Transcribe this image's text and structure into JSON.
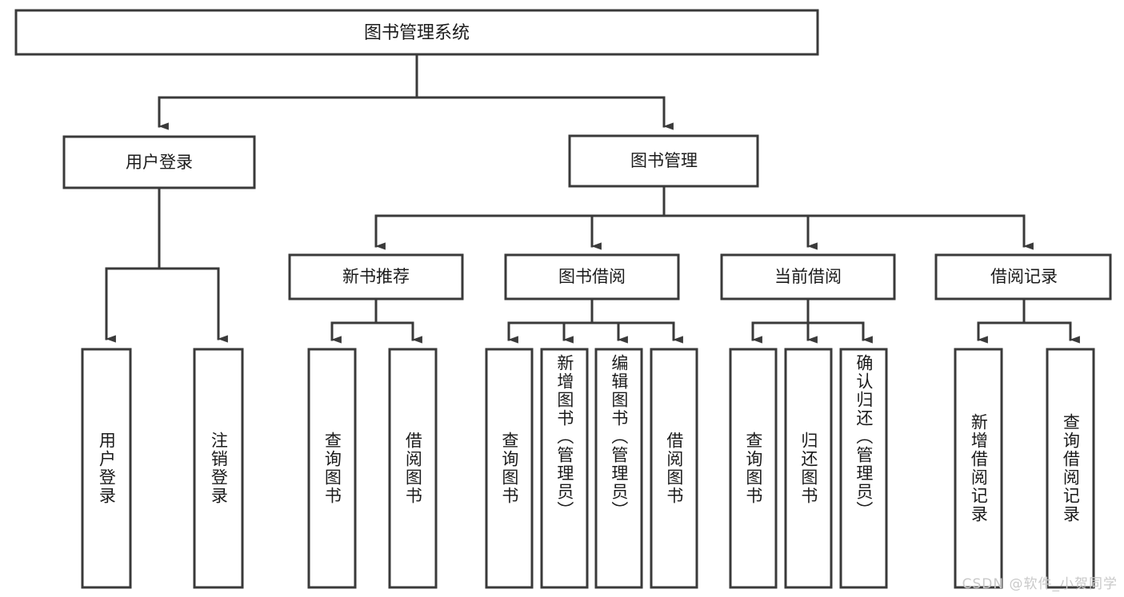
{
  "diagram": {
    "title": "图书管理系统",
    "type": "tree-hierarchy-diagram",
    "colors": {
      "stroke": "#3a3a3a",
      "box_fill": "#ffffff",
      "text": "#1b1b1b",
      "watermark": "#c9c9c9",
      "background": "#ffffff"
    },
    "root": {
      "label": "图书管理系统"
    },
    "level1": [
      {
        "label": "用户登录"
      },
      {
        "label": "图书管理"
      }
    ],
    "level2": [
      {
        "label": "新书推荐"
      },
      {
        "label": "图书借阅"
      },
      {
        "label": "当前借阅"
      },
      {
        "label": "借阅记录"
      }
    ],
    "leaves": {
      "user_login": [
        {
          "label": "用户登录"
        },
        {
          "label": "注销登录"
        }
      ],
      "new_book_recommend": [
        {
          "label": "查询图书"
        },
        {
          "label": "借阅图书"
        }
      ],
      "book_borrow": [
        {
          "label": "查询图书"
        },
        {
          "label": "新增图书（管理员）"
        },
        {
          "label": "编辑图书（管理员）"
        },
        {
          "label": "借阅图书"
        }
      ],
      "current_borrow": [
        {
          "label": "查询图书"
        },
        {
          "label": "归还图书"
        },
        {
          "label": "确认归还（管理员）"
        }
      ],
      "borrow_record": [
        {
          "label": "新增借阅记录"
        },
        {
          "label": "查询借阅记录"
        }
      ]
    },
    "watermark": "CSDN @软件_小贺同学"
  }
}
